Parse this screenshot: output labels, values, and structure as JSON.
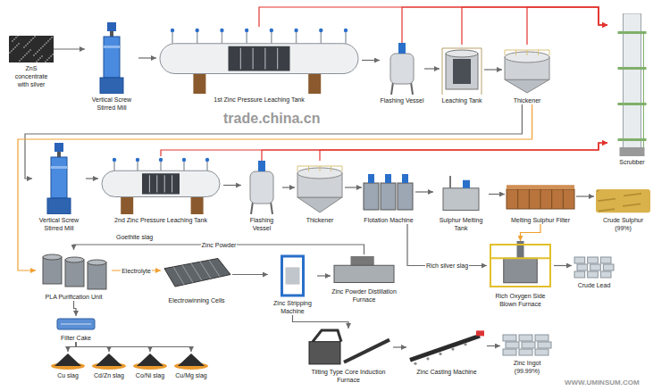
{
  "diagram": {
    "nodes": [
      {
        "text": [
          "ZnS concentrate with silver"
        ]
      },
      {
        "text": [
          "Vertical Screw Stirred Mill"
        ]
      },
      {
        "text": [
          "1st Zinc Pressure Leaching Tank"
        ]
      },
      {
        "text": [
          "Flashing Vessel"
        ]
      },
      {
        "text": [
          "Leaching Tank"
        ]
      },
      {
        "text": [
          "Thickener"
        ]
      },
      {
        "text": [
          "Scrubber"
        ]
      },
      {
        "text": [
          "Vertical Screw Stirred Mill"
        ]
      },
      {
        "text": [
          "2nd Zinc Pressure Leaching Tank"
        ]
      },
      {
        "text": [
          "Flashing Vessel"
        ]
      },
      {
        "text": [
          "Thickener"
        ]
      },
      {
        "text": [
          "Flotation Machine"
        ]
      },
      {
        "text": [
          "Sulphur Melting Tank"
        ]
      },
      {
        "text": [
          "Melting Sulphur Filter"
        ]
      },
      {
        "text": [
          "Crude Sulphur (99%)"
        ]
      },
      {
        "text": [
          "Rich Oxygen Side Blown Furnace"
        ]
      },
      {
        "text": [
          "Crude Lead"
        ]
      },
      {
        "text": [
          "PLA Purification Unit"
        ]
      },
      {
        "text": [
          "Filter Cake"
        ]
      },
      {
        "text": [
          "Cu slag"
        ]
      },
      {
        "text": [
          "Cd/Zn slag"
        ]
      },
      {
        "text": [
          "Co/Ni slag"
        ]
      },
      {
        "text": [
          "Cu/Mg slag"
        ]
      },
      {
        "text": [
          "Electrowinning Cells"
        ]
      },
      {
        "text": [
          "Zinc Stripping Machine"
        ]
      },
      {
        "text": [
          "Zinc Powder Distillation Furnace"
        ]
      },
      {
        "text": [
          "Tilting Type Core Induction Furnace"
        ]
      },
      {
        "text": [
          "Zinc Casting Machine"
        ]
      },
      {
        "text": [
          "Zinc Ingot (99.99%)"
        ]
      }
    ],
    "edges": [
      {
        "from": 0,
        "to": 1,
        "arrow": "to"
      },
      {
        "from": 1,
        "to": 2,
        "arrow": "to"
      },
      {
        "from": 2,
        "to": 3,
        "arrow": "to"
      },
      {
        "from": 3,
        "to": 4,
        "arrow": "to"
      },
      {
        "from": 4,
        "to": 5,
        "arrow": "to"
      },
      {
        "from": 2,
        "to": 6,
        "arrow": "to"
      },
      {
        "from": 3,
        "to": 6,
        "arrow": "to"
      },
      {
        "from": 4,
        "to": 6,
        "arrow": "to"
      },
      {
        "from": 5,
        "to": 6,
        "arrow": "to"
      },
      {
        "from": 5,
        "to": 7,
        "arrow": "to"
      },
      {
        "from": 7,
        "to": 8,
        "arrow": "to"
      },
      {
        "from": 8,
        "to": 9,
        "arrow": "to"
      },
      {
        "from": 9,
        "to": 10,
        "arrow": "to"
      },
      {
        "from": 10,
        "to": 11,
        "arrow": "to"
      },
      {
        "from": 11,
        "to": 12,
        "arrow": "to"
      },
      {
        "from": 12,
        "to": 13,
        "arrow": "to"
      },
      {
        "from": 13,
        "to": 14,
        "arrow": "to"
      },
      {
        "from": 8,
        "to": 6,
        "arrow": "to"
      },
      {
        "from": 9,
        "to": 6,
        "arrow": "to"
      },
      {
        "from": 10,
        "to": 6,
        "arrow": "to"
      },
      {
        "from": 11,
        "to": 15,
        "label": "Rich silver slag",
        "arrow": "to"
      },
      {
        "from": 13,
        "to": 15,
        "arrow": "to"
      },
      {
        "from": 15,
        "to": 16,
        "arrow": "to"
      },
      {
        "from": 5,
        "to": 17,
        "arrow": "to"
      },
      {
        "from": 17,
        "to": 18,
        "arrow": "to"
      },
      {
        "from": 18,
        "to": 19,
        "arrow": "to"
      },
      {
        "from": 18,
        "to": 20,
        "arrow": "to"
      },
      {
        "from": 18,
        "to": 21,
        "arrow": "to"
      },
      {
        "from": 18,
        "to": 22,
        "arrow": "to"
      },
      {
        "from": 17,
        "to": 23,
        "label": "Electrolyte",
        "arrow": "to"
      },
      {
        "from": 23,
        "to": 24,
        "arrow": "to"
      },
      {
        "from": 24,
        "to": 25,
        "arrow": "to"
      },
      {
        "from": 24,
        "to": 26,
        "arrow": "to"
      },
      {
        "from": 25,
        "to": 17,
        "label": "Zinc Powder",
        "arrow": "to"
      },
      {
        "from": 26,
        "to": 27,
        "arrow": "to"
      },
      {
        "from": 27,
        "to": 28,
        "arrow": "to"
      }
    ],
    "labels": [
      "Goethite slag",
      "trade.china.cn",
      "WWW.UMINSUM.COM"
    ]
  }
}
